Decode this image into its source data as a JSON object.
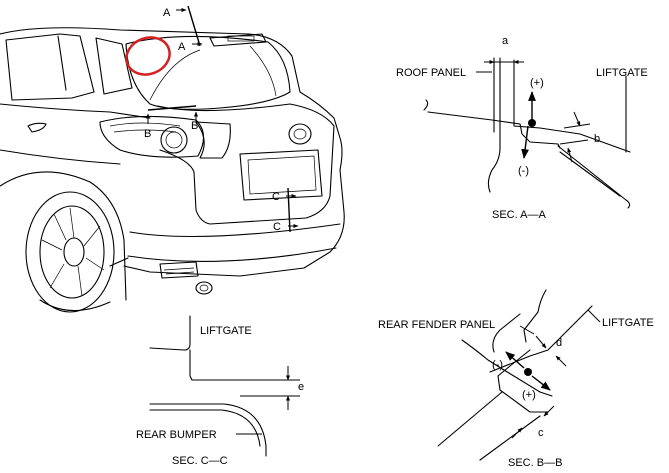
{
  "vehicle": {
    "markers": {
      "a_top": "A",
      "a_bottom": "A",
      "b_left": "B",
      "b_right": "B",
      "c_top": "C",
      "c_bottom": "C"
    },
    "highlight_color": "#d42020"
  },
  "section_aa": {
    "title": "SEC. A—A",
    "roof_panel": "ROOF PANEL",
    "liftgate": "LIFTGATE",
    "dim_a": "a",
    "dim_b": "b",
    "plus": "(+)",
    "minus": "(-)"
  },
  "section_bb": {
    "title": "SEC. B—B",
    "rear_fender_panel": "REAR FENDER PANEL",
    "liftgate": "LIFTGATE",
    "dim_c": "c",
    "dim_d": "d",
    "plus": "(+)",
    "minus": "(-)"
  },
  "section_cc": {
    "title": "SEC. C—C",
    "liftgate": "LIFTGATE",
    "rear_bumper": "REAR BUMPER",
    "dim_e": "e"
  }
}
